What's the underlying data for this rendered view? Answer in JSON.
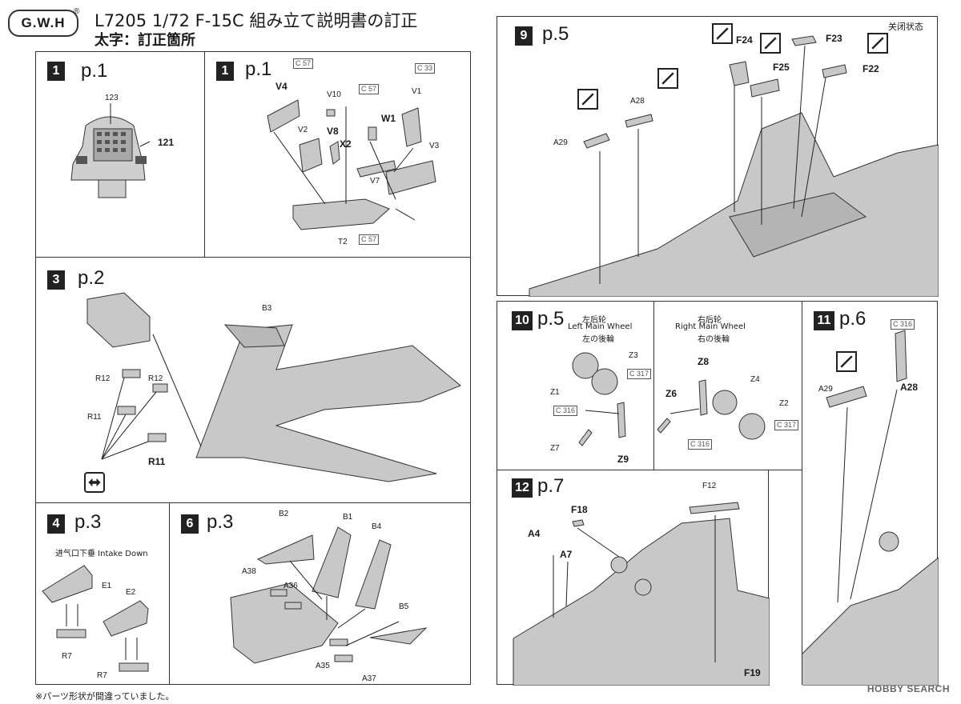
{
  "header": {
    "brand": "G.W.H",
    "registered": "®",
    "title": "L7205 1/72 F-15C 組み立て説明書の訂正",
    "subtitle": "太字：訂正箇所"
  },
  "steps": [
    {
      "num": "1",
      "page": "p.1",
      "parts": [
        "123",
        "121"
      ]
    },
    {
      "num": "1",
      "page": "p.1",
      "parts": [
        "V4",
        "V10",
        "V2",
        "V8",
        "X2",
        "W1",
        "V1",
        "V3",
        "V7",
        "T2"
      ],
      "sprue_refs": [
        "C 57",
        "C 57",
        "C 33",
        "C 57"
      ]
    },
    {
      "num": "3",
      "page": "p.2",
      "parts": [
        "B3",
        "R12",
        "R12",
        "R11",
        "R11"
      ],
      "symbol": "swap-icon"
    },
    {
      "num": "4",
      "page": "p.3",
      "caption": "进气口下垂  Intake Down",
      "parts": [
        "E1",
        "E2",
        "R7",
        "R7"
      ]
    },
    {
      "num": "6",
      "page": "p.3",
      "parts": [
        "B2",
        "B1",
        "B4",
        "A38",
        "A36",
        "B5",
        "A35",
        "A37"
      ]
    },
    {
      "num": "9",
      "page": "p.5",
      "corner_note": "关闭状态",
      "parts": [
        "F24",
        "F23",
        "F25",
        "F22",
        "A28",
        "A29"
      ]
    },
    {
      "num": "10",
      "page": "p.5",
      "left_title_cn": "左后轮",
      "left_title_en": "Left Main Wheel",
      "left_title_jp": "左の後輪",
      "right_title_cn": "右后轮",
      "right_title_en": "Right Main Wheel",
      "right_title_jp": "右の後輪",
      "parts_left": [
        "Z3",
        "Z1",
        "Z7",
        "Z9"
      ],
      "parts_right": [
        "Z8",
        "Z4",
        "Z6",
        "Z2"
      ],
      "sprue_refs": [
        "C 317",
        "C 316",
        "C 316",
        "C 317"
      ]
    },
    {
      "num": "11",
      "page": "p.6",
      "parts": [
        "A29",
        "A28"
      ],
      "sprue_refs": [
        "C 316"
      ]
    },
    {
      "num": "12",
      "page": "p.7",
      "parts": [
        "F12",
        "F18",
        "A4",
        "A7",
        "F19"
      ]
    }
  ],
  "footer": {
    "note": "※パーツ形状が間違っていました。",
    "watermark": "HOBBY SEARCH"
  },
  "colors": {
    "ink": "#1a1a1a",
    "part_fill": "#c8c8c8",
    "panel_border": "#333333"
  }
}
